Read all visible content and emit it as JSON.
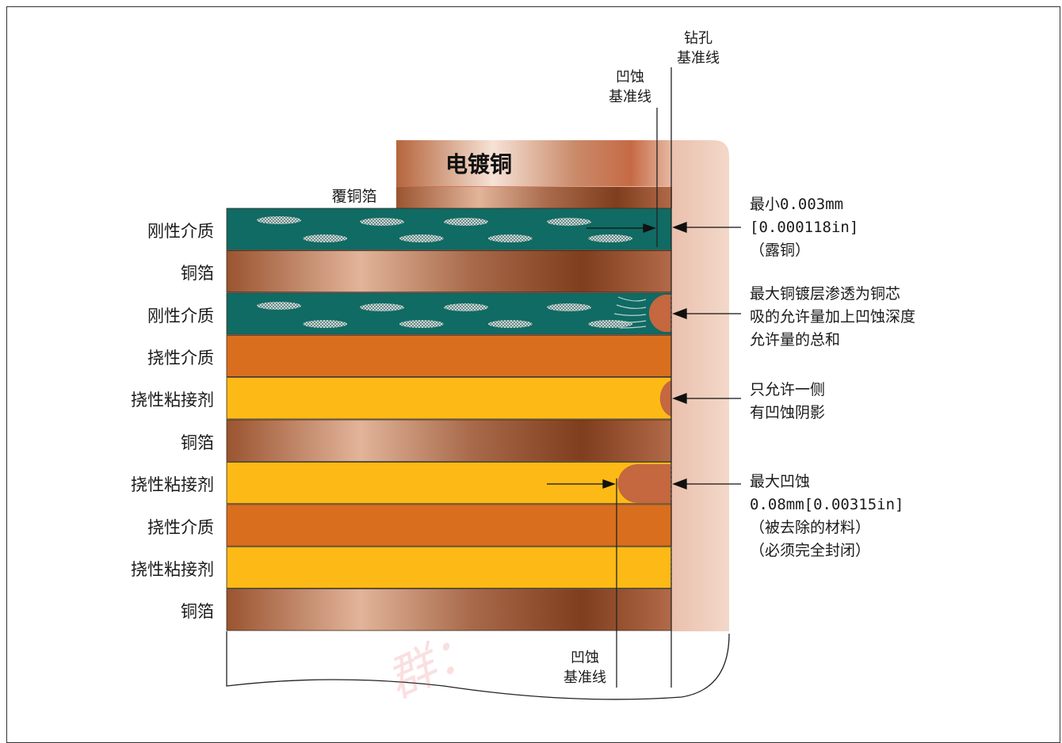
{
  "layers": [
    {
      "id": "rigid-dielectric-1",
      "label": "刚性介质",
      "color": "#0f6b63"
    },
    {
      "id": "copper-foil-1",
      "label": "铜箔",
      "color": "#b06a44"
    },
    {
      "id": "rigid-dielectric-2",
      "label": "刚性介质",
      "color": "#0f6b63"
    },
    {
      "id": "flex-dielectric-1",
      "label": "挠性介质",
      "color": "#d96f1e"
    },
    {
      "id": "flex-adhesive-1",
      "label": "挠性粘接剂",
      "color": "#fdba16"
    },
    {
      "id": "copper-foil-2",
      "label": "铜箔",
      "color": "#b06a44"
    },
    {
      "id": "flex-adhesive-2",
      "label": "挠性粘接剂",
      "color": "#fdba16"
    },
    {
      "id": "flex-dielectric-2",
      "label": "挠性介质",
      "color": "#d96f1e"
    },
    {
      "id": "flex-adhesive-3",
      "label": "挠性粘接剂",
      "color": "#fdba16"
    },
    {
      "id": "copper-foil-3",
      "label": "铜箔",
      "color": "#b06a44"
    }
  ],
  "plated_copper": "电镀铜",
  "clad_foil": "覆铜箔",
  "drill_reference": [
    "钻孔",
    "基准线"
  ],
  "etchback_reference_top": [
    "凹蚀",
    "基准线"
  ],
  "etchback_reference_bottom": [
    "凹蚀",
    "基准线"
  ],
  "annotations": {
    "min_exposed": [
      "最小0.003mm",
      "[0.000118in]",
      "（露铜）"
    ],
    "max_wicking": [
      "最大铜镀层渗透为铜芯",
      "吸的允许量加上凹蚀深度",
      "允许量的总和"
    ],
    "one_side_shadow": [
      "只允许一侧",
      "有凹蚀阴影"
    ],
    "max_etchback": [
      "最大凹蚀",
      "0.08mm[0.00315in]",
      "（被去除的材料）",
      "（必须完全封闭）"
    ]
  },
  "watermark": "群：",
  "colors": {
    "teal": "#0f6b63",
    "copper": "#b06a44",
    "orange": "#d96f1e",
    "yellow": "#fdba16",
    "plated": "#c97a5b"
  }
}
